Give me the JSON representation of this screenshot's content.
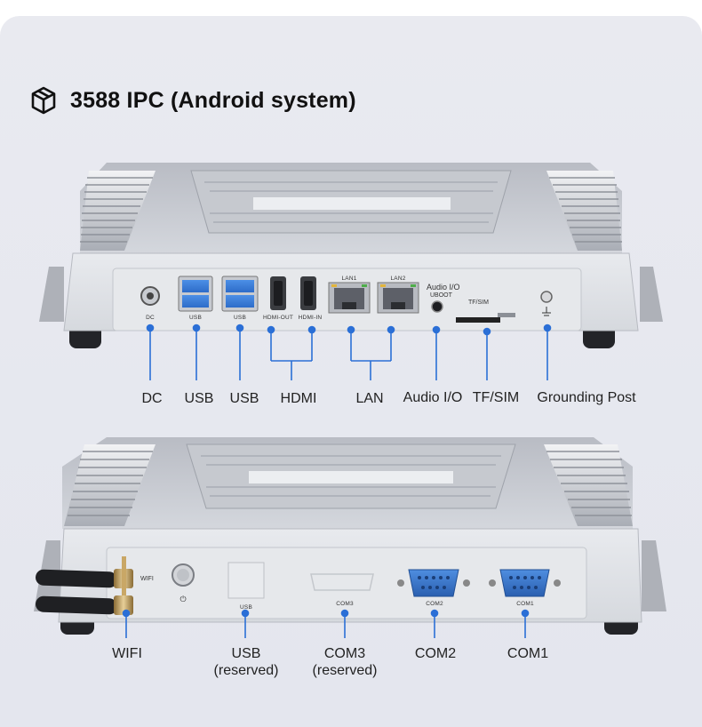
{
  "title": "3588 IPC (Android system)",
  "colors": {
    "accent": "#2b6fd6",
    "chassis": "#c9ccd3",
    "background": "#e6e8ef"
  },
  "top_panel": {
    "callouts": [
      {
        "id": "dc",
        "label": "DC"
      },
      {
        "id": "usb1",
        "label": "USB"
      },
      {
        "id": "usb2",
        "label": "USB"
      },
      {
        "id": "hdmi",
        "label": "HDMI"
      },
      {
        "id": "lan",
        "label": "LAN"
      },
      {
        "id": "audio",
        "label": "Audio I/O"
      },
      {
        "id": "tfsim",
        "label": "TF/SIM"
      },
      {
        "id": "ground",
        "label": "Grounding Post"
      }
    ],
    "port_labels": {
      "dc": "DC",
      "usb1": "USB",
      "usb2": "USB",
      "hdmi_out": "HDMI-OUT",
      "hdmi_in": "HDMI-IN",
      "lan1": "LAN1",
      "lan2": "LAN2",
      "audio": "Audio I/O",
      "uboot": "UBOOT",
      "tfsim": "TF/SIM"
    }
  },
  "bottom_panel": {
    "callouts": [
      {
        "id": "wifi",
        "line1": "WIFI",
        "line2": ""
      },
      {
        "id": "usb",
        "line1": "USB",
        "line2": "(reserved)"
      },
      {
        "id": "com3",
        "line1": "COM3",
        "line2": "(reserved)"
      },
      {
        "id": "com2",
        "line1": "COM2",
        "line2": ""
      },
      {
        "id": "com1",
        "line1": "COM1",
        "line2": ""
      }
    ],
    "port_labels": {
      "wifi": "WIFI",
      "usb": "USB",
      "com3": "COM3",
      "com2": "COM2",
      "com1": "COM1"
    }
  }
}
